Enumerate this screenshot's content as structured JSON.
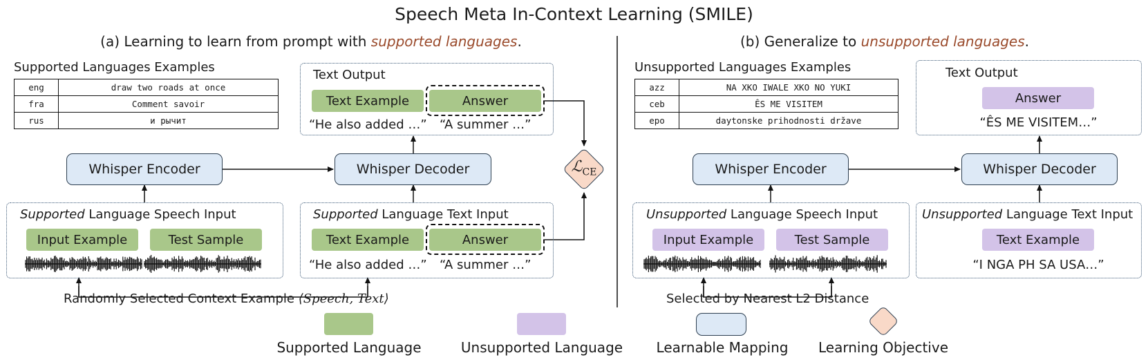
{
  "title": "Speech Meta In-Context Learning (SMILE)",
  "left": {
    "subtitle_prefix": "(a) Learning to learn from prompt with ",
    "subtitle_emph": "supported languages",
    "subtitle_suffix": ".",
    "examples": {
      "title": "Supported Languages Examples",
      "rows": [
        {
          "code": "eng",
          "text": "draw two roads at once"
        },
        {
          "code": "fra",
          "text": "Comment savoir"
        },
        {
          "code": "rus",
          "text": "и рычит"
        }
      ]
    },
    "text_output": {
      "label": "Text Output",
      "example_pill": "Text Example",
      "answer_pill": "Answer",
      "quote_example": "“He also added …”",
      "quote_answer": "“A summer …”"
    },
    "encoder": "Whisper Encoder",
    "decoder": "Whisper Decoder",
    "loss": {
      "symbol": "ℒ",
      "subscript": "CE"
    },
    "speech_input": {
      "label_emph": "Supported",
      "label_rest": " Language Speech Input",
      "pill_input": "Input Example",
      "pill_test": "Test Sample"
    },
    "text_input": {
      "label_emph": "Supported",
      "label_rest": " Language Text Input",
      "example_pill": "Text Example",
      "answer_pill": "Answer",
      "quote_example": "“He also added …”",
      "quote_answer": "“A summer …”"
    },
    "caption_prefix": "Randomly Selected Context Example ",
    "caption_math": "⟨Speech, Text⟩"
  },
  "right": {
    "subtitle_prefix": "(b) Generalize to ",
    "subtitle_emph": "unsupported languages",
    "subtitle_suffix": ".",
    "examples": {
      "title": "Unsupported Languages Examples",
      "rows": [
        {
          "code": "azz",
          "text": "NA XKO IWALE XKO NO YUKI"
        },
        {
          "code": "ceb",
          "text": "ÊS ME VISITEM"
        },
        {
          "code": "epo",
          "text": "daytonske prihodnosti države"
        }
      ]
    },
    "text_output": {
      "label": "Text Output",
      "answer_pill": "Answer",
      "quote": "“ÊS ME VISITEM…”"
    },
    "encoder": "Whisper Encoder",
    "decoder": "Whisper Decoder",
    "speech_input": {
      "label_emph": "Unsupported",
      "label_rest": " Language Speech Input",
      "pill_input": "Input Example",
      "pill_test": "Test Sample"
    },
    "text_input": {
      "label_emph": "Unsupported",
      "label_rest": " Language Text Input",
      "example_pill": "Text Example",
      "quote": "“I NGA PH SA USA…”"
    },
    "caption": "Selected by Nearest L2 Distance"
  },
  "legend": [
    {
      "label": "Supported Language",
      "swatch": "green"
    },
    {
      "label": "Unsupported Language",
      "swatch": "purple"
    },
    {
      "label": "Learnable Mapping",
      "swatch": "blue"
    },
    {
      "label": "Learning Objective",
      "swatch": "diamond"
    }
  ],
  "colors": {
    "supported": "#a9c78a",
    "unsupported": "#d3c3e8",
    "learnable": "#dde9f6",
    "objective": "#f9d9c8",
    "accent": "#9a4a2b",
    "border": "#2c3e50"
  }
}
